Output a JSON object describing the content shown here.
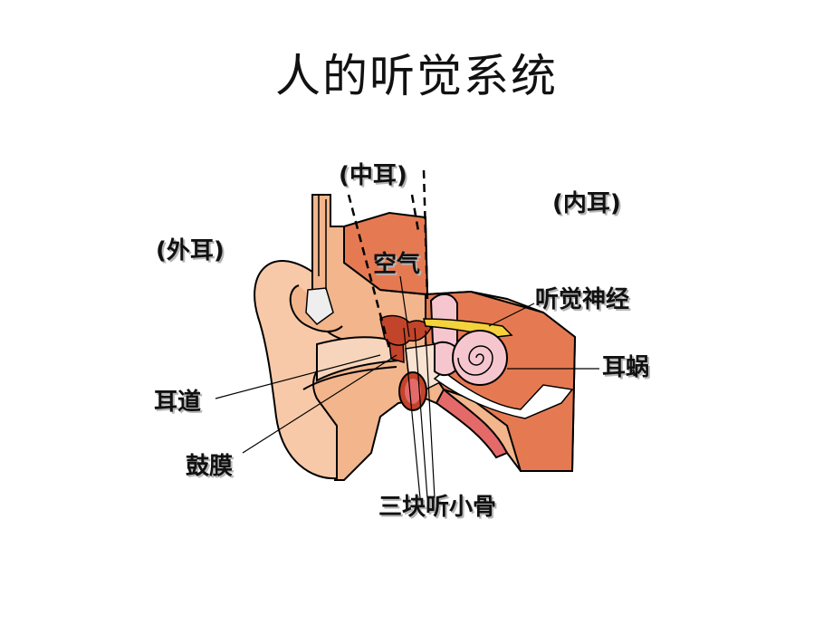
{
  "title": "人的听觉系统",
  "labels": {
    "outer_ear": "(外耳)",
    "middle_ear": "(中耳)",
    "inner_ear": "(内耳)",
    "air": "空气",
    "auditory_nerve": "听觉神经",
    "cochlea": "耳蜗",
    "ear_canal": "耳道",
    "eardrum": "鼓膜",
    "ossicles": "三块听小骨"
  }
}
